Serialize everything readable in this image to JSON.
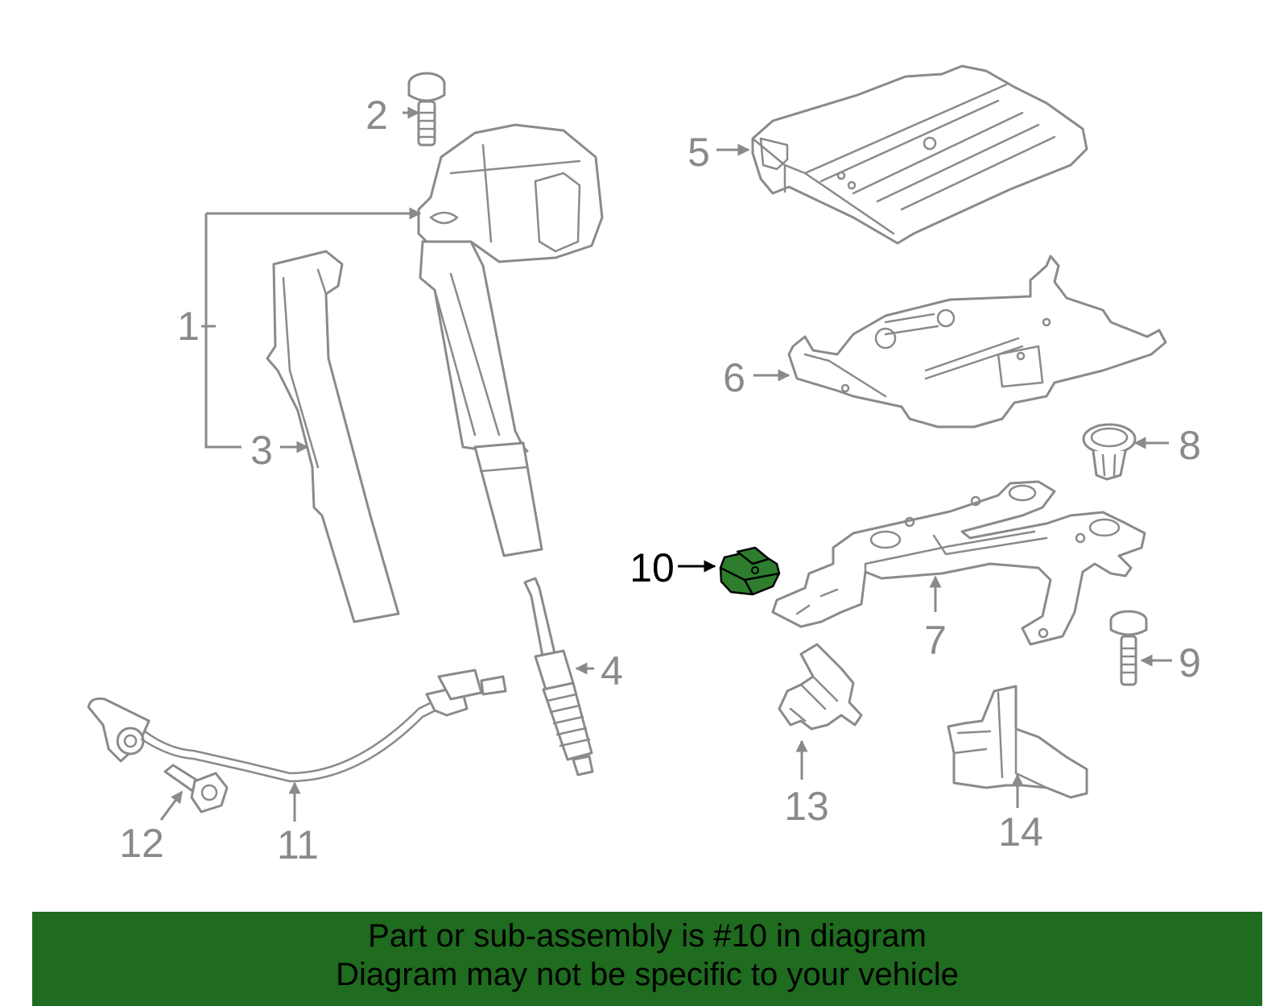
{
  "callouts": [
    {
      "id": "1",
      "label": "1"
    },
    {
      "id": "2",
      "label": "2"
    },
    {
      "id": "3",
      "label": "3"
    },
    {
      "id": "4",
      "label": "4"
    },
    {
      "id": "5",
      "label": "5"
    },
    {
      "id": "6",
      "label": "6"
    },
    {
      "id": "7",
      "label": "7"
    },
    {
      "id": "8",
      "label": "8"
    },
    {
      "id": "9",
      "label": "9"
    },
    {
      "id": "10",
      "label": "10",
      "highlighted": true
    },
    {
      "id": "11",
      "label": "11"
    },
    {
      "id": "12",
      "label": "12"
    },
    {
      "id": "13",
      "label": "13"
    },
    {
      "id": "14",
      "label": "14"
    }
  ],
  "banner": {
    "line1": "Part or sub-assembly is #10 in diagram",
    "line2": "Diagram may not be specific to your vehicle"
  },
  "colors": {
    "line_art": "#8a8a8a",
    "highlight_part": "#2e7d2e",
    "banner_bg": "#1f6b1f",
    "text_dark": "#000000"
  }
}
